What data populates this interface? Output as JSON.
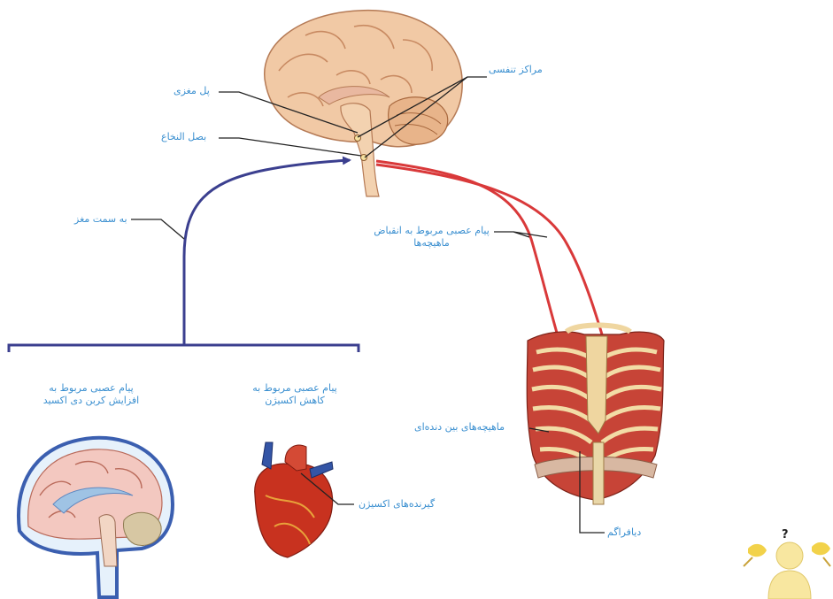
{
  "labels": {
    "respiratory_centers": "مراکز تنفسی",
    "pons": "پل مغزی",
    "medulla": "بصل النخاع",
    "to_brain": "به سمت مغز",
    "muscle_signal_line1": "پیام عصبی مربوط به انقباض",
    "muscle_signal_line2": "ماهیچه‌ها",
    "co2_signal_line1": "پیام عصبی مربوط به",
    "co2_signal_line2": "افزایش کربن دی اکسید",
    "o2_signal_line1": "پیام عصبی مربوط به",
    "o2_signal_line2": "کاهش اکسیژن",
    "intercostal_muscles": "ماهیچه‌های بین دنده‌ای",
    "oxygen_receptors": "گیرنده‌های اکسیژن",
    "diaphragm": "دیافراگم",
    "help_mark": "?"
  },
  "colors": {
    "afferent_nerve": "#3b3f8f",
    "efferent_nerve": "#d9393a",
    "label_text": "#3a8fd0",
    "brain": "#f1c9a5",
    "heart": "#c8321f"
  }
}
